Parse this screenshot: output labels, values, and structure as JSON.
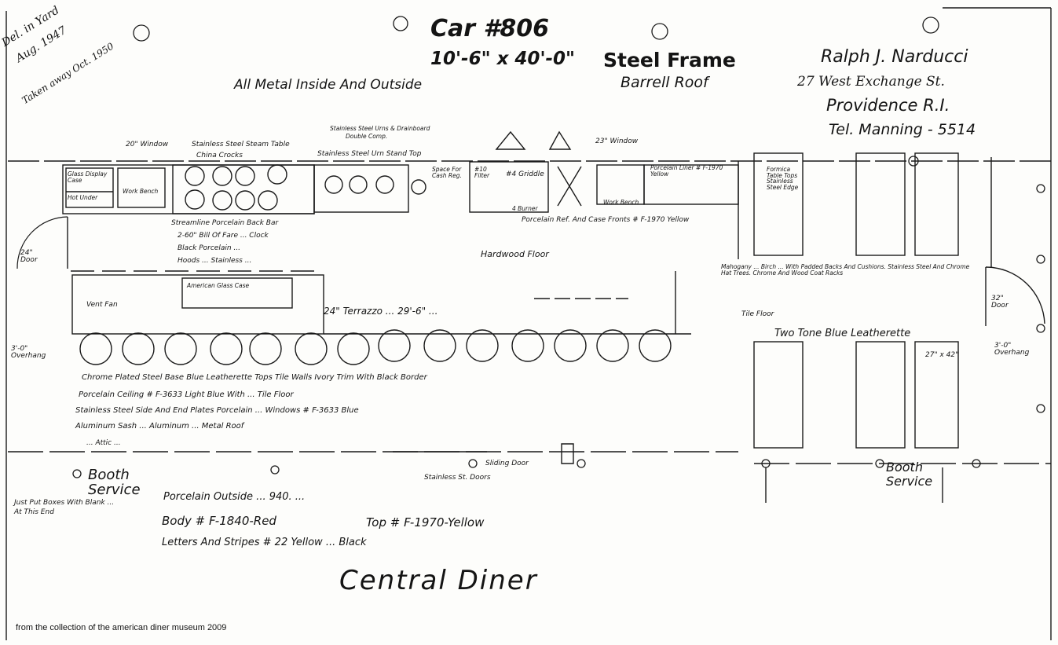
{
  "title": {
    "car": "Car #806",
    "size": "10'-6\" x 40'-0\"",
    "frame": "Steel Frame",
    "metal": "All Metal Inside And Outside",
    "roof": "Barrell Roof"
  },
  "owner": {
    "name": "Ralph J. Narducci",
    "street": "27 West Exchange St.",
    "city": "Providence R.I.",
    "tel": "Tel. Manning - 5514"
  },
  "delivery_note": [
    "Del. in Yard",
    "Aug. 1947",
    "Taken away Oct. 1950"
  ],
  "labels": {
    "window_left": "20\" Window",
    "window_right": "23\" Window",
    "glass_case": "Glass Display Case",
    "hot_under": "Hot Under",
    "work_bench": "Work Bench",
    "steam_table": "Stainless Steel Steam Table",
    "china_crocks": "China Crocks",
    "urn_drainboard": "Stainless Steel Urns & Drainboard",
    "double_comp": "Double Comp.",
    "urn_stand": "Stainless Steel Urn Stand Top",
    "cash_space": "Space For Cash Reg.",
    "filter": "#10 Filter",
    "griddle": "#4 Griddle",
    "burners": "4 Burner",
    "porcelain_liner": "Porcelain Liner # F-1970 Yellow",
    "work_bench2": "Work Bench",
    "refrig_fronts": "Porcelain Ref. And Case Fronts # F-1970 Yellow",
    "backbar_line1": "Streamline Porcelain Back Bar",
    "backbar_line2": "2-60\" Bill Of Fare ... Clock",
    "backbar_line3": "Black Porcelain ...",
    "backbar_line4": "Hoods ... Stainless ...",
    "hardwood": "Hardwood Floor",
    "door_left": "24\" Door",
    "vent_fan": "Vent Fan",
    "glass_case2": "American Glass Case",
    "counter": "24\" Terrazzo ... 29'-6\" ...",
    "overhang_left": "3'-0\" Overhang",
    "overhang_right": "3'-0\" Overhang",
    "door_right": "32\" Door",
    "tabletops": "Formica Table Tops Stainless Steel Edge",
    "mahogany": "Mahogany ... Birch ... With Padded Backs And Cushions. Stainless Steel And Chrome Hat Trees. Chrome And Wood Coat Racks",
    "tile_floor": "Tile Floor",
    "two_tone": "Two Tone Blue Leatherette",
    "table_size": "27\" x 42\"",
    "spec1": "Chrome Plated Steel Base   Blue Leatherette Tops   Tile Walls Ivory Trim With Black Border",
    "spec2": "Porcelain Ceiling # F-3633 Light Blue With ... Tile Floor",
    "spec3": "Stainless Steel Side And End Plates   Porcelain ... Windows # F-3633 Blue",
    "spec4": "Aluminum Sash ... Aluminum ... Metal Roof",
    "spec5": "... Attic ...",
    "booth_left": "Booth Service",
    "booth_right": "Booth Service",
    "sliding_door": "Sliding Door",
    "stainless_doors": "Stainless St. Doors",
    "just_put": "Just Put Boxes With Blank ... At This End",
    "outside": "Porcelain Outside   ... 940.   ...",
    "body": "Body # F-1840-Red",
    "top": "Top # F-1970-Yellow",
    "letters": "Letters And Stripes # 22 Yellow ... Black",
    "diner_name": "Central Diner",
    "credit": "from the collection of the american diner museum 2009"
  },
  "colors": {
    "ink": "#141414",
    "paper": "#fdfdfb"
  }
}
